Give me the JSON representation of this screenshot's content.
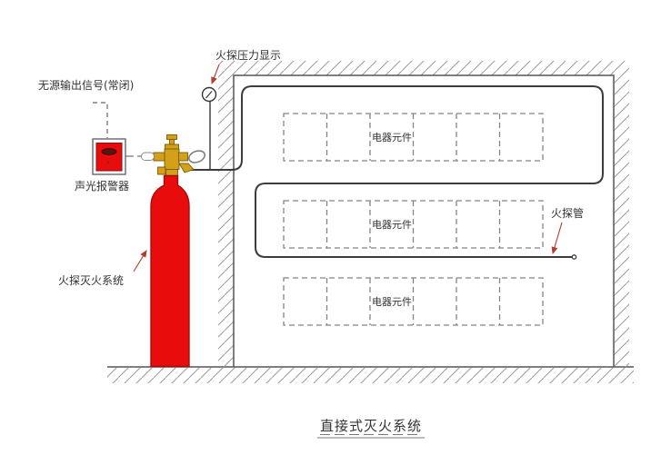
{
  "diagram": {
    "title": "直接式灭火系统",
    "labels": {
      "pressure_display": "火探压力显示",
      "passive_signal": "无源输出信号(常闭)",
      "sound_light_alarm": "声光报警器",
      "fire_detection_system": "火探灭火系统",
      "detection_tube": "火探管"
    },
    "component_rows": [
      {
        "label": "电器元件"
      },
      {
        "label": "电器元件"
      },
      {
        "label": "电器元件"
      }
    ],
    "icons": {
      "pressure_gauge": "analog-gauge-circle",
      "alarm_horn": "horn-ellipse",
      "valve": "brass-cylinder-valve",
      "tube_end": "open-tube-terminator"
    },
    "colors": {
      "cylinder_red": "#e90c0c",
      "alarm_red": "#e90c0c",
      "valve_brass": "#d2a019",
      "leader_red": "#b43b30",
      "title_red": "#cf2e21",
      "line_dark": "#3c3c3c",
      "hatch_gray": "#9a9a9a",
      "dash_gray": "#848484"
    }
  }
}
